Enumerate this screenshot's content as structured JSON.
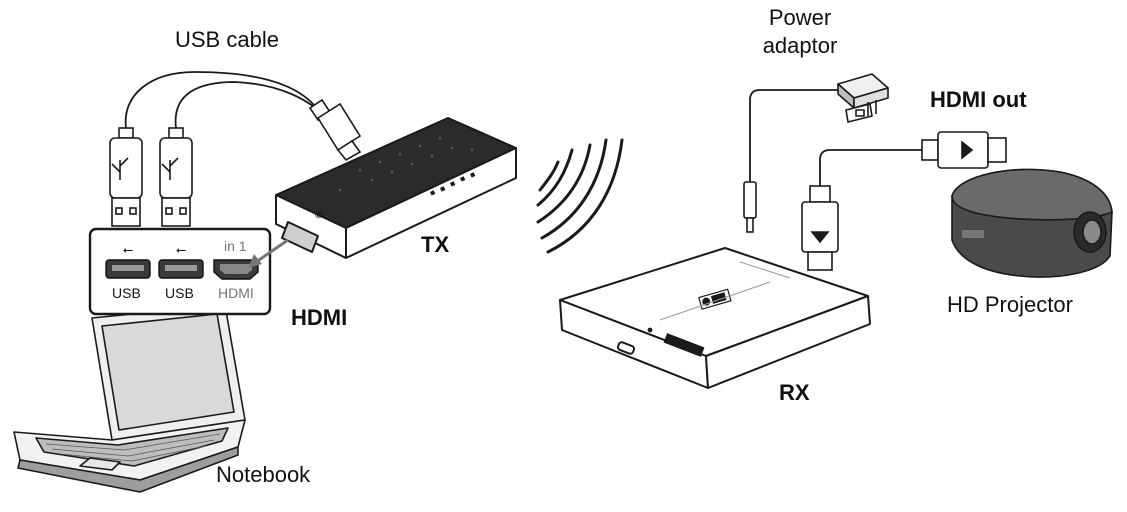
{
  "labels": {
    "usb_cable": "USB cable",
    "power_adaptor_line1": "Power",
    "power_adaptor_line2": "adaptor",
    "hdmi_out": "HDMI out",
    "tx": "TX",
    "rx": "RX",
    "hdmi": "HDMI",
    "hd_projector": "HD Projector",
    "notebook": "Notebook"
  },
  "port_panel": {
    "ports": [
      {
        "name": "USB",
        "icon": "usb-icon"
      },
      {
        "name": "USB",
        "icon": "usb-icon"
      },
      {
        "name": "HDMI",
        "icon": "hdmi-port-icon",
        "top_label": "in 1"
      }
    ]
  },
  "colors": {
    "line": "#1a1a1a",
    "device_fill": "#ffffff",
    "dark_fill": "#2b2b2b",
    "muted_text": "#777777",
    "projector_body": "#4a4a4a"
  }
}
